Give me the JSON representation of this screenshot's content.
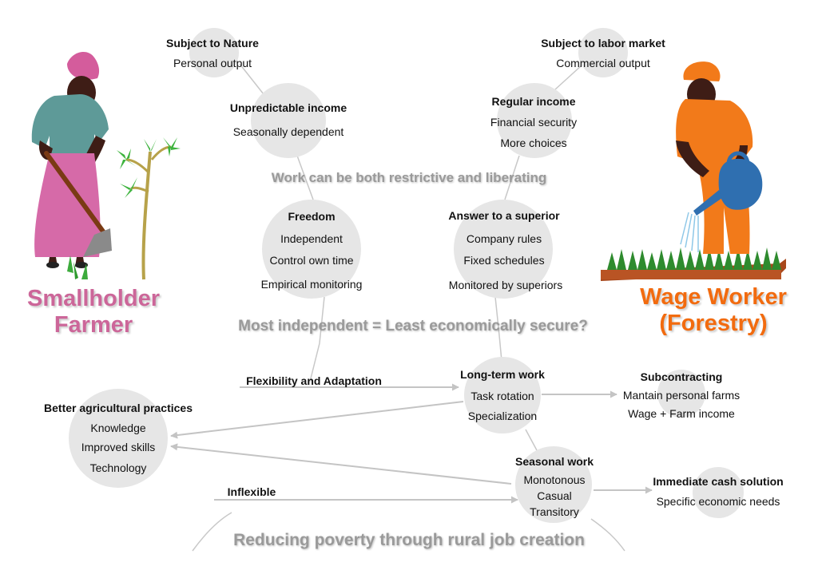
{
  "colors": {
    "farmer": "#cc6699",
    "worker": "#f26b0f",
    "theme_text": "#9a9a9a",
    "node_fill": "#e6e6e6",
    "connector": "#c4c4c4"
  },
  "characters": {
    "farmer": {
      "title_line1": "Smallholder",
      "title_line2": "Farmer",
      "icons": [
        "woman-with-hoe-icon",
        "cassava-plant-icon"
      ]
    },
    "worker": {
      "title_line1": "Wage Worker",
      "title_line2": "(Forestry)",
      "icons": [
        "woman-with-watering-can-icon",
        "seedling-tray-icon"
      ]
    }
  },
  "themes": {
    "restrictive": "Work can be both restrictive and liberating",
    "secure": "Most independent = Least economically secure?",
    "poverty": "Reducing poverty through rural job creation"
  },
  "nodes": {
    "nature": {
      "title": "Subject to Nature",
      "items": [
        "Personal output"
      ]
    },
    "unpredictable": {
      "title": "Unpredictable income",
      "items": [
        "Seasonally dependent"
      ]
    },
    "freedom": {
      "title": "Freedom",
      "items": [
        "Independent",
        "Control own time",
        "Empirical monitoring"
      ]
    },
    "labor_market": {
      "title": "Subject to labor market",
      "items": [
        "Commercial output"
      ]
    },
    "regular": {
      "title": "Regular income",
      "items": [
        "Financial security",
        "More choices"
      ]
    },
    "superior": {
      "title": "Answer to a superior",
      "items": [
        "Company rules",
        "Fixed schedules",
        "Monitored by superiors"
      ]
    },
    "long_term": {
      "title": "Long-term work",
      "items": [
        "Task rotation",
        "Specialization"
      ]
    },
    "subcontracting": {
      "title": "Subcontracting",
      "items": [
        "Mantain personal farms",
        "Wage + Farm income"
      ]
    },
    "practices": {
      "title": "Better agricultural practices",
      "items": [
        "Knowledge",
        "Improved skills",
        "Technology"
      ]
    },
    "seasonal": {
      "title": "Seasonal work",
      "items": [
        "Monotonous",
        "Casual",
        "Transitory"
      ]
    },
    "cash": {
      "title": "Immediate cash solution",
      "items": [
        "Specific economic needs"
      ]
    }
  },
  "connectors": {
    "flexibility": "Flexibility and Adaptation",
    "inflexible": "Inflexible"
  }
}
